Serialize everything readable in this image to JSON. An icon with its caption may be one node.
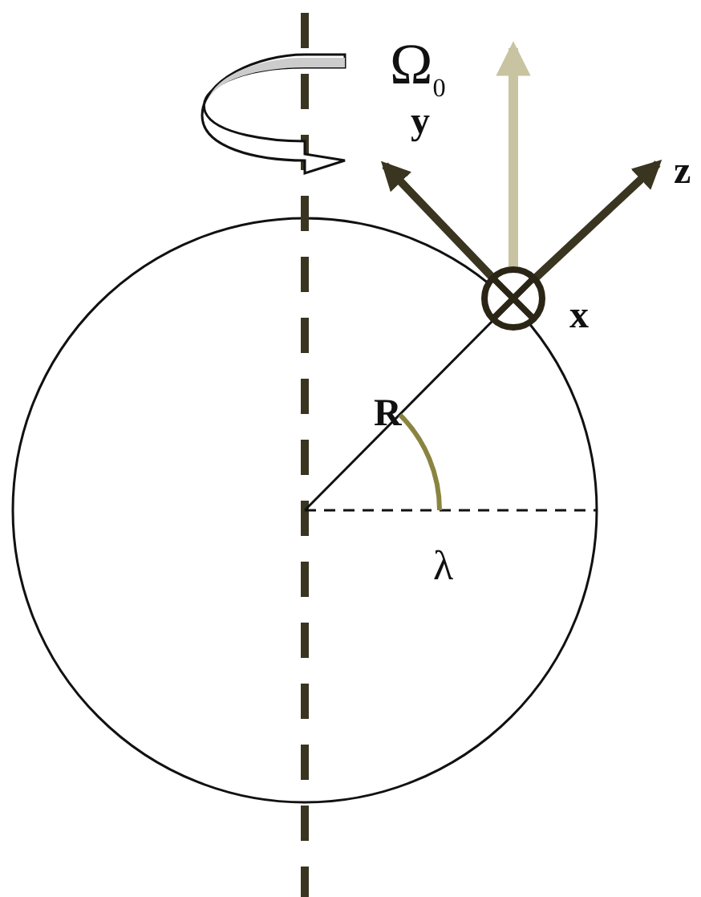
{
  "diagram": {
    "labels": [
      "Ω$_{0}$",
      "y",
      "z",
      "x",
      "R",
      "λ"
    ]
  }
}
